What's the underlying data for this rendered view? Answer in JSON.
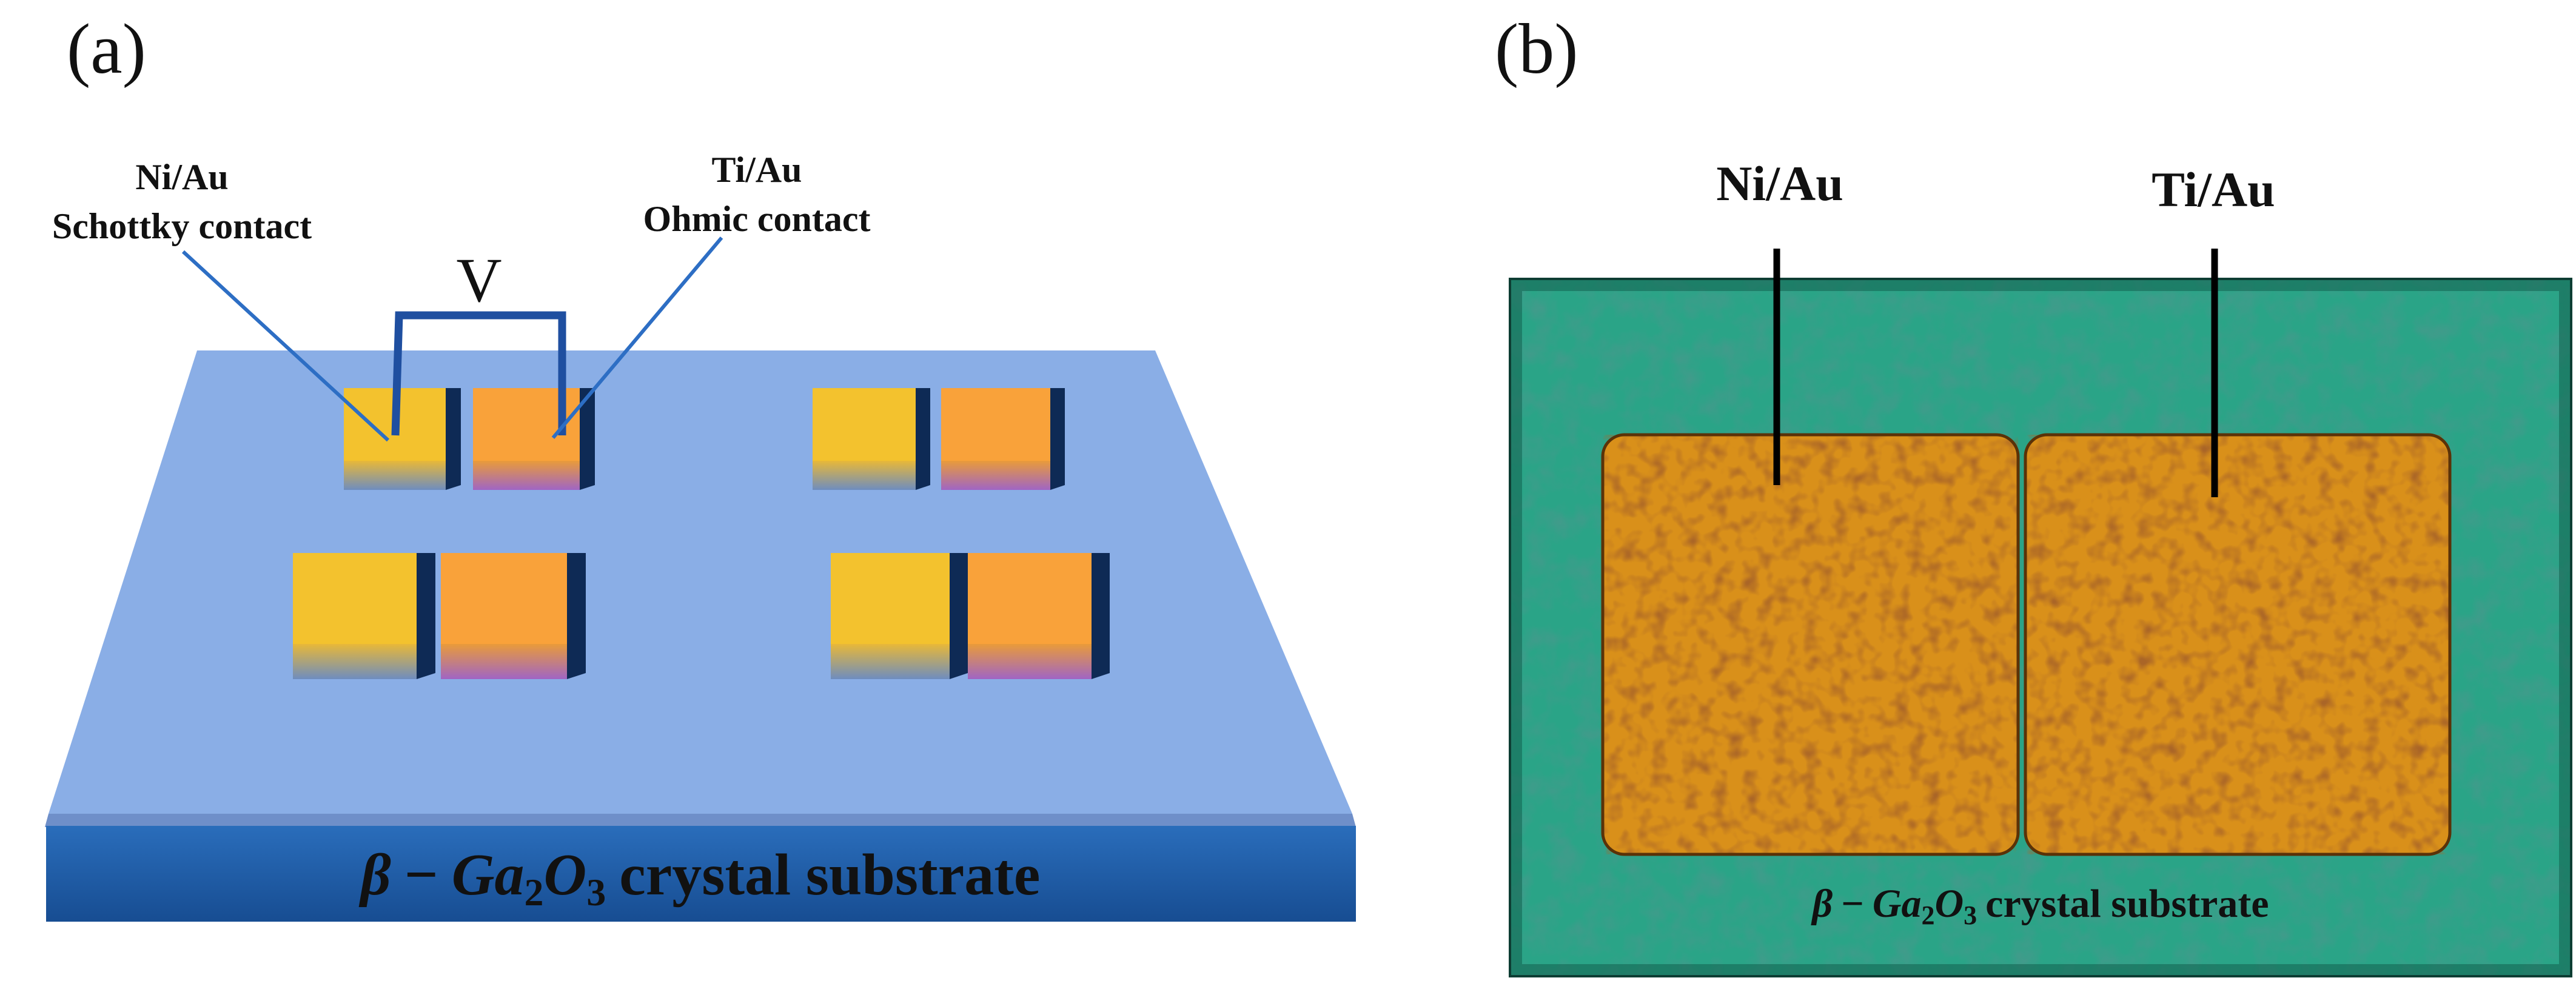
{
  "panel_a": {
    "label": "(a)",
    "schottky": {
      "metal": "Ni/Au",
      "type": "Schottky contact"
    },
    "ohmic": {
      "metal": "Ti/Au",
      "type": "Ohmic contact"
    },
    "voltage_symbol": "V",
    "substrate": {
      "beta": "β",
      "minus": "−",
      "ga": "Ga",
      "ga_sub": "2",
      "o": "O",
      "o_sub": "3",
      "text": "crystal substrate"
    }
  },
  "panel_b": {
    "label": "(b)",
    "left_pad_label": "Ni/Au",
    "right_pad_label": "Ti/Au",
    "substrate": {
      "beta": "β",
      "minus": "−",
      "ga": "Ga",
      "ga_sub": "2",
      "o": "O",
      "o_sub": "3",
      "text": "crystal substrate"
    }
  },
  "colors": {
    "substrate_top": "#8aaee6",
    "substrate_front": "#1f5fa8",
    "schottky_pad": "#f3c22e",
    "ohmic_pad": "#f9a23a",
    "pad_side": "#0e2a55",
    "wire": "#1f4fa0",
    "ohmic_underlayer": "#9b59d0",
    "micrograph_bg": "#2aa487",
    "micrograph_pad": "#d9901a"
  }
}
